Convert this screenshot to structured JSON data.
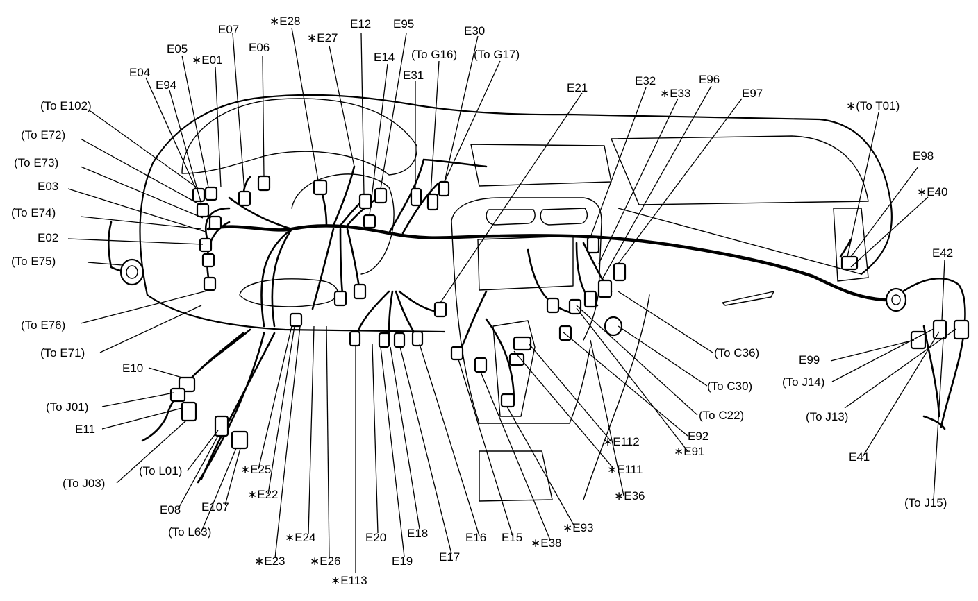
{
  "labels": [
    {
      "id": "E07",
      "text": "E07"
    },
    {
      "id": "E28",
      "text": "∗E28"
    },
    {
      "id": "E12",
      "text": "E12"
    },
    {
      "id": "E95",
      "text": "E95"
    },
    {
      "id": "E30",
      "text": "E30"
    },
    {
      "id": "E05",
      "text": "E05"
    },
    {
      "id": "E27",
      "text": "∗E27"
    },
    {
      "id": "E06",
      "text": "E06"
    },
    {
      "id": "E01",
      "text": "∗E01"
    },
    {
      "id": "ToG16",
      "text": "(To G16)"
    },
    {
      "id": "ToG17",
      "text": "(To G17)"
    },
    {
      "id": "E14",
      "text": "E14"
    },
    {
      "id": "E04",
      "text": "E04"
    },
    {
      "id": "E31",
      "text": "E31"
    },
    {
      "id": "E94",
      "text": "E94"
    },
    {
      "id": "E21",
      "text": "E21"
    },
    {
      "id": "E32",
      "text": "E32"
    },
    {
      "id": "E96",
      "text": "E96"
    },
    {
      "id": "E33",
      "text": "∗E33"
    },
    {
      "id": "E97",
      "text": "E97"
    },
    {
      "id": "ToE102",
      "text": "(To E102)"
    },
    {
      "id": "ToT01",
      "text": "∗(To T01)"
    },
    {
      "id": "ToE72",
      "text": "(To E72)"
    },
    {
      "id": "ToE73",
      "text": "(To E73)"
    },
    {
      "id": "E98",
      "text": "E98"
    },
    {
      "id": "E03",
      "text": "E03"
    },
    {
      "id": "E40",
      "text": "∗E40"
    },
    {
      "id": "ToE74",
      "text": "(To E74)"
    },
    {
      "id": "E02",
      "text": "E02"
    },
    {
      "id": "E42",
      "text": "E42"
    },
    {
      "id": "ToE75",
      "text": "(To E75)"
    },
    {
      "id": "ToE76",
      "text": "(To E76)"
    },
    {
      "id": "ToE71",
      "text": "(To E71)"
    },
    {
      "id": "ToC36",
      "text": "(To C36)"
    },
    {
      "id": "E99",
      "text": "E99"
    },
    {
      "id": "E10",
      "text": "E10"
    },
    {
      "id": "ToJ14",
      "text": "(To J14)"
    },
    {
      "id": "ToC30",
      "text": "(To C30)"
    },
    {
      "id": "ToJ01",
      "text": "(To J01)"
    },
    {
      "id": "ToJ13",
      "text": "(To J13)"
    },
    {
      "id": "ToC22",
      "text": "(To C22)"
    },
    {
      "id": "E11",
      "text": "E11"
    },
    {
      "id": "E112",
      "text": "∗E112"
    },
    {
      "id": "E92",
      "text": "E92"
    },
    {
      "id": "E91",
      "text": "∗E91"
    },
    {
      "id": "E41",
      "text": "E41"
    },
    {
      "id": "ToL01",
      "text": "(To L01)"
    },
    {
      "id": "E25",
      "text": "∗E25"
    },
    {
      "id": "E111",
      "text": "∗E111"
    },
    {
      "id": "ToJ03",
      "text": "(To J03)"
    },
    {
      "id": "E22",
      "text": "∗E22"
    },
    {
      "id": "E36",
      "text": "∗E36"
    },
    {
      "id": "E107",
      "text": "E107"
    },
    {
      "id": "E08",
      "text": "E08"
    },
    {
      "id": "ToJ15",
      "text": "(To J15)"
    },
    {
      "id": "ToL63",
      "text": "(To  L63)"
    },
    {
      "id": "E93",
      "text": "∗E93"
    },
    {
      "id": "E18",
      "text": "E18"
    },
    {
      "id": "E20",
      "text": "E20"
    },
    {
      "id": "E24",
      "text": "∗E24"
    },
    {
      "id": "E16",
      "text": "E16"
    },
    {
      "id": "E15",
      "text": "E15"
    },
    {
      "id": "E38",
      "text": "∗E38"
    },
    {
      "id": "E17",
      "text": "E17"
    },
    {
      "id": "E19",
      "text": "E19"
    },
    {
      "id": "E23",
      "text": "∗E23"
    },
    {
      "id": "E26",
      "text": "∗E26"
    },
    {
      "id": "E113",
      "text": "∗E113"
    }
  ]
}
